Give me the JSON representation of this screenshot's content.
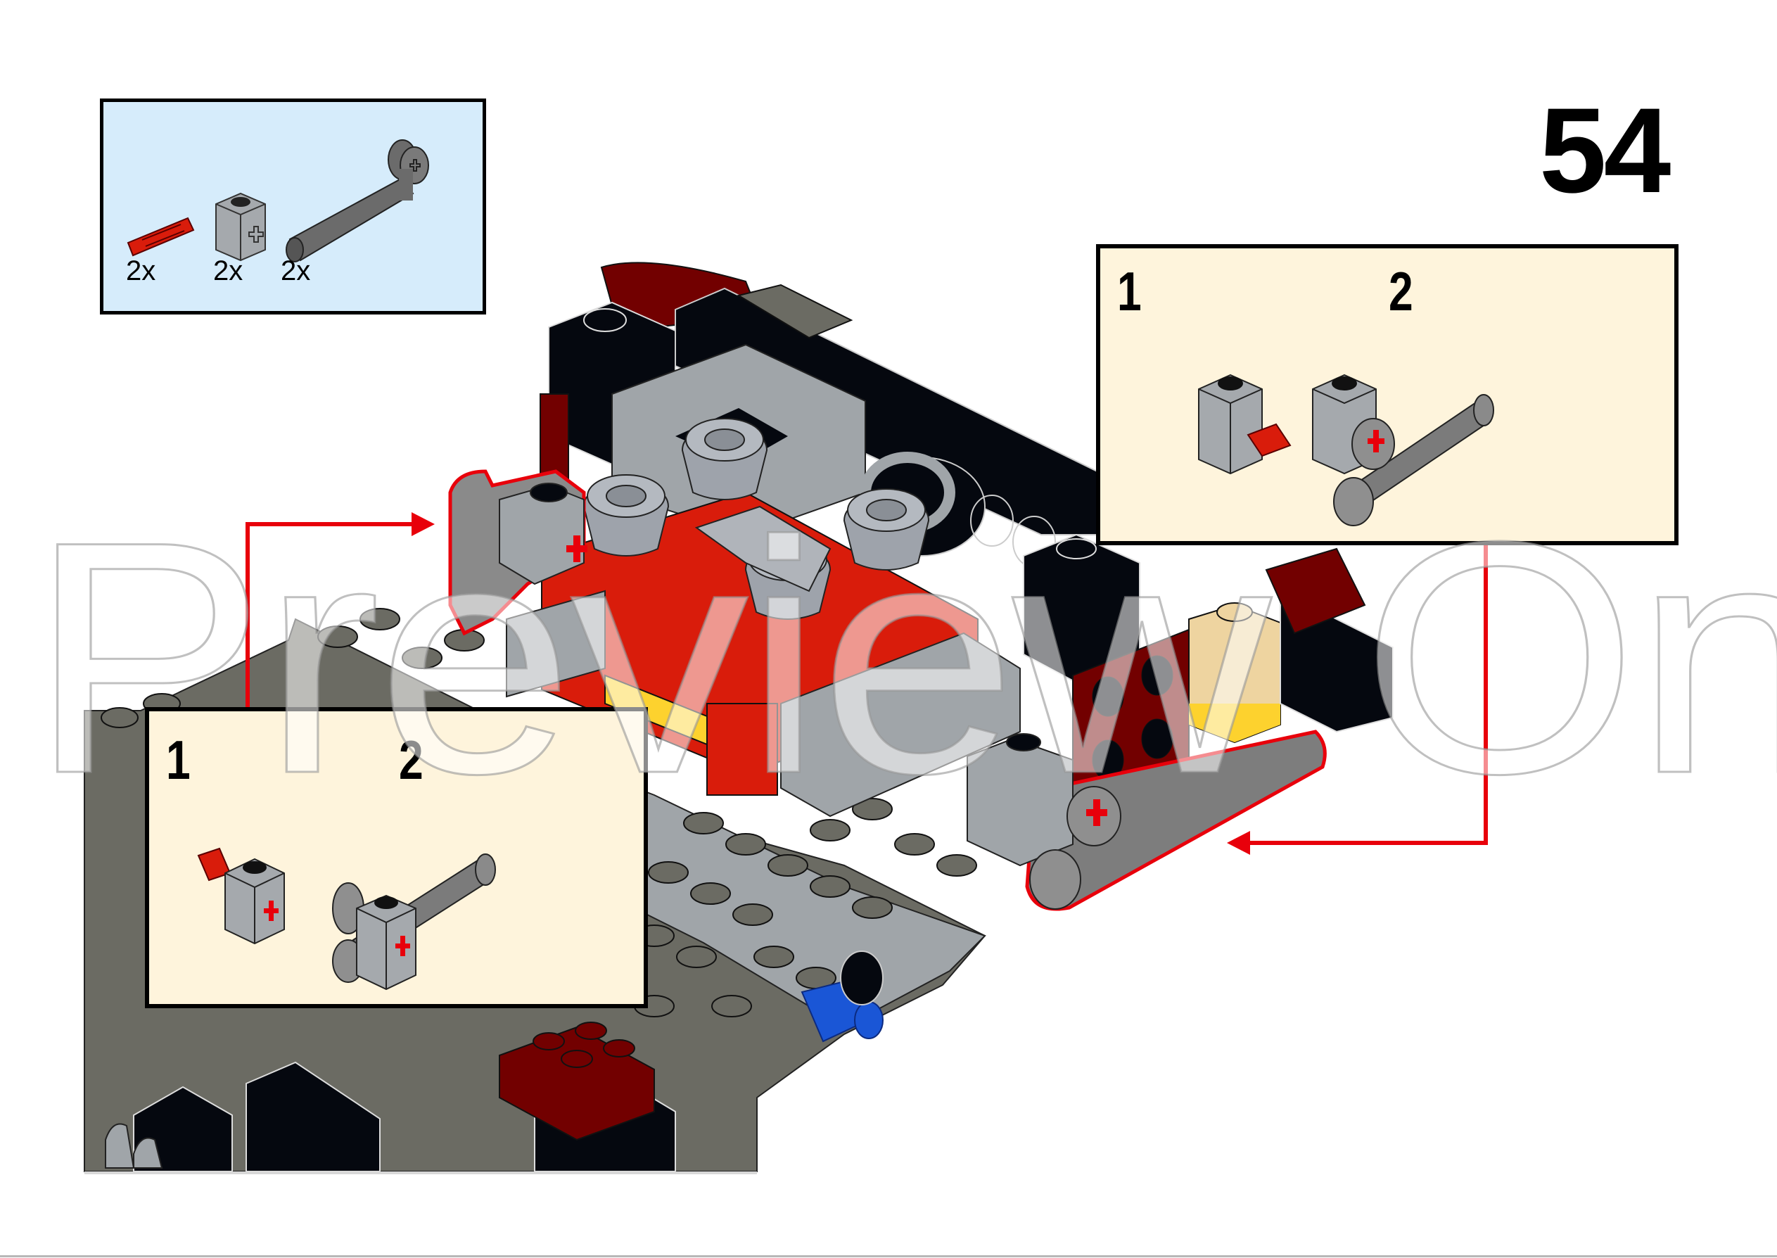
{
  "step": {
    "number": "54"
  },
  "parts_list": {
    "background": "#d6ecfb",
    "items": [
      {
        "part": "red-technic-axle-pin",
        "color": "#d91c0b",
        "quantity": "2x"
      },
      {
        "part": "light-gray-technic-brick-1x1-axle-hole",
        "color": "#a0a5a9",
        "quantity": "2x"
      },
      {
        "part": "dark-gray-pin-connector-with-tube",
        "color": "#6b6b6b",
        "quantity": "2x"
      }
    ]
  },
  "subassembly_right": {
    "background": "#fef4dc",
    "steps": [
      {
        "label": "1",
        "description": "red axle pin inserted into gray 1x1 brick"
      },
      {
        "label": "2",
        "description": "dark gray tube connector attached to brick"
      }
    ]
  },
  "subassembly_left": {
    "background": "#fef4dc",
    "steps": [
      {
        "label": "1",
        "description": "red axle pin inserted into gray 1x1 brick (mirrored)"
      },
      {
        "label": "2",
        "description": "dark gray tube connector attached to brick (mirrored)"
      }
    ]
  },
  "callout_arrows": [
    {
      "from": "subassembly_left",
      "direction": "right",
      "color": "#e8000b"
    },
    {
      "from": "subassembly_right",
      "direction": "left",
      "color": "#e8000b"
    }
  ],
  "watermark": {
    "text": "Preview Only"
  },
  "colors": {
    "highlight_red": "#e8000b",
    "dark_bluish_gray": "#6b6b63",
    "light_bluish_gray": "#a0a5a9",
    "black": "#05080f",
    "dark_red": "#720000",
    "red": "#d91c0b",
    "tan": "#eed4a0",
    "yellow": "#fdd22e",
    "blue": "#1a56d6"
  }
}
